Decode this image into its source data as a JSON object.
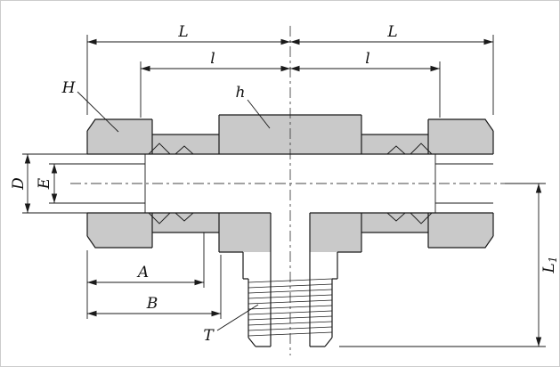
{
  "drawing": {
    "labels": {
      "dim_L_left": "L",
      "dim_L_right": "L",
      "dim_l_left": "l",
      "dim_l_right": "l",
      "label_H": "H",
      "label_h": "h",
      "dim_D": "D",
      "dim_E": "E",
      "dim_A": "A",
      "dim_B": "B",
      "label_T": "T",
      "dim_L1_base": "L",
      "dim_L1_sub": "1"
    },
    "colors": {
      "line": "#1a1a1a",
      "metal_fill": "#c9c9c9",
      "background": "#ffffff",
      "centerline": "#444444"
    }
  }
}
